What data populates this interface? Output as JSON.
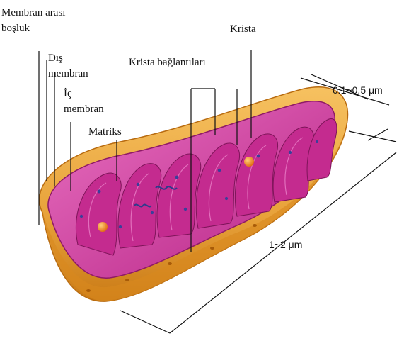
{
  "labels": {
    "intermembrane_space_line1": "Membran arası",
    "intermembrane_space_line2": "boşluk",
    "outer_membrane_line1": "Dış",
    "outer_membrane_line2": "membran",
    "inner_membrane_line1": "İç",
    "inner_membrane_line2": "membran",
    "matrix": "Matriks",
    "crista_junctions": "Krista bağlantıları",
    "crista": "Krista"
  },
  "dimensions": {
    "width": "0.1~0.5 μm",
    "length": "1~2 μm"
  },
  "colors": {
    "outer_membrane": "#e8a23a",
    "outer_membrane_dark": "#c97a16",
    "inner_membrane": "#d1359c",
    "matrix": "#e25fb5",
    "crista_fold": "#c42b8f",
    "granule": "#3a3f9a",
    "ribosome_orb": "#f08a2a"
  }
}
